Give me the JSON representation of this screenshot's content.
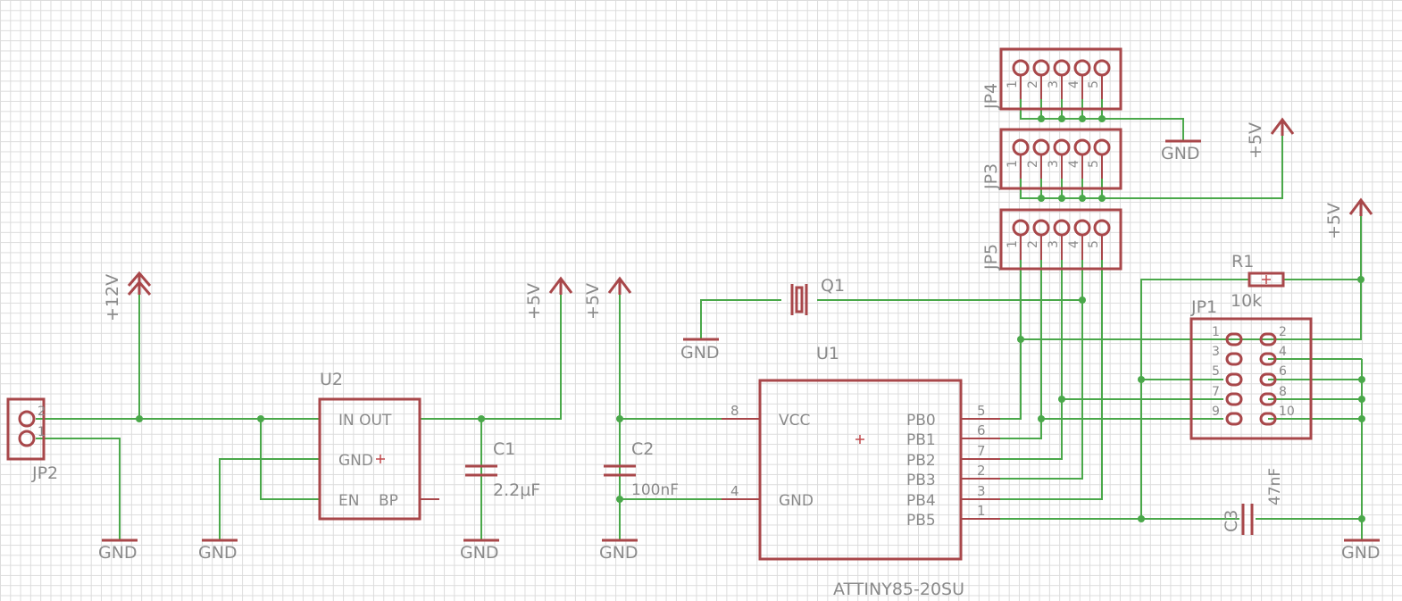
{
  "power": {
    "plus12v": "+12V",
    "plus5v": "+5V",
    "gnd": "GND"
  },
  "components": {
    "jp1": {
      "name": "JP1",
      "pins_left": [
        "1",
        "3",
        "5",
        "7",
        "9"
      ],
      "pins_right": [
        "2",
        "4",
        "6",
        "8",
        "10"
      ]
    },
    "jp2": {
      "name": "JP2",
      "pins": [
        "2",
        "1"
      ]
    },
    "jp3": {
      "name": "JP3",
      "pins": [
        "1",
        "2",
        "3",
        "4",
        "5"
      ]
    },
    "jp4": {
      "name": "JP4",
      "pins": [
        "1",
        "2",
        "3",
        "4",
        "5"
      ]
    },
    "jp5": {
      "name": "JP5",
      "pins": [
        "1",
        "2",
        "3",
        "4",
        "5"
      ]
    },
    "u1": {
      "name": "U1",
      "value": "ATTINY85-20SU",
      "vcc_label": "VCC",
      "gnd_label": "GND",
      "vcc_pin": "8",
      "gnd_pin": "4",
      "pins": [
        {
          "label": "PB0",
          "num": "5"
        },
        {
          "label": "PB1",
          "num": "6"
        },
        {
          "label": "PB2",
          "num": "7"
        },
        {
          "label": "PB3",
          "num": "2"
        },
        {
          "label": "PB4",
          "num": "3"
        },
        {
          "label": "PB5",
          "num": "1"
        }
      ]
    },
    "u2": {
      "name": "U2",
      "in_out": "IN OUT",
      "gnd": "GND",
      "en": "EN",
      "bp": "BP"
    },
    "c1": {
      "name": "C1",
      "value": "2.2µF"
    },
    "c2": {
      "name": "C2",
      "value": "100nF"
    },
    "c3": {
      "name": "C3",
      "value": "47nF"
    },
    "r1": {
      "name": "R1",
      "value": "10k"
    },
    "q1": {
      "name": "Q1"
    }
  }
}
